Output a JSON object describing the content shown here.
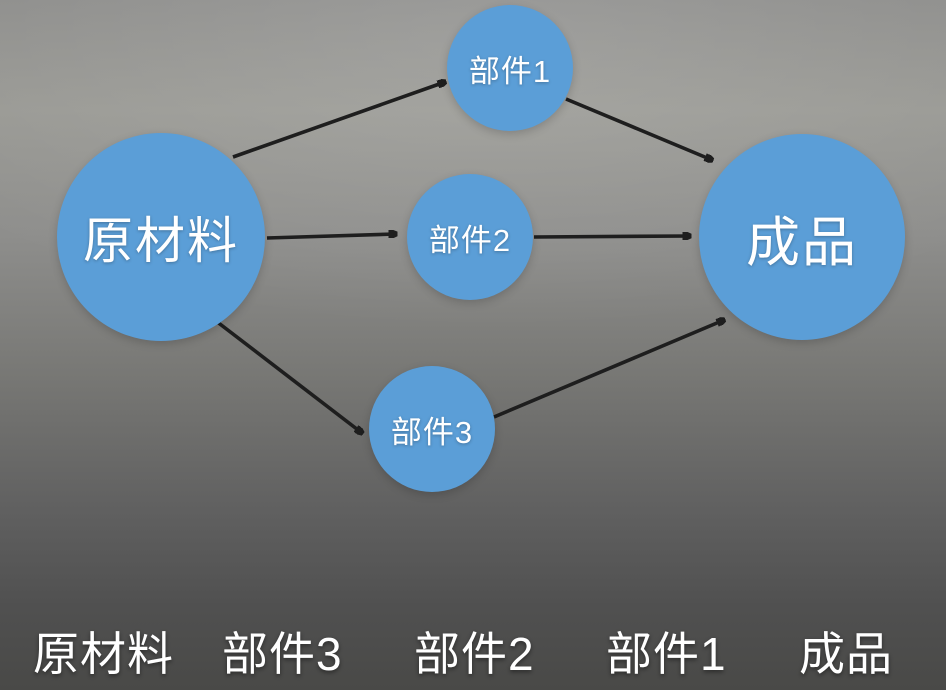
{
  "diagram": {
    "nodes": [
      {
        "id": "raw-material",
        "label": "原材料"
      },
      {
        "id": "part1",
        "label": "部件1"
      },
      {
        "id": "part2",
        "label": "部件2"
      },
      {
        "id": "part3",
        "label": "部件3"
      },
      {
        "id": "finished-product",
        "label": "成品"
      }
    ],
    "edges": [
      {
        "from": "原材料",
        "to": "部件1"
      },
      {
        "from": "原材料",
        "to": "部件2"
      },
      {
        "from": "原材料",
        "to": "部件3"
      },
      {
        "from": "部件1",
        "to": "成品"
      },
      {
        "from": "部件2",
        "to": "成品"
      },
      {
        "from": "部件3",
        "to": "成品"
      }
    ],
    "colors": {
      "node_fill": "#5b9ed7",
      "node_text": "#ffffff",
      "arrow": "#1e1e1e",
      "background_top": "#999994",
      "background_bottom": "#494947"
    }
  },
  "legend": {
    "items": [
      "原材料",
      "部件3",
      "部件2",
      "部件1",
      "成品"
    ]
  }
}
